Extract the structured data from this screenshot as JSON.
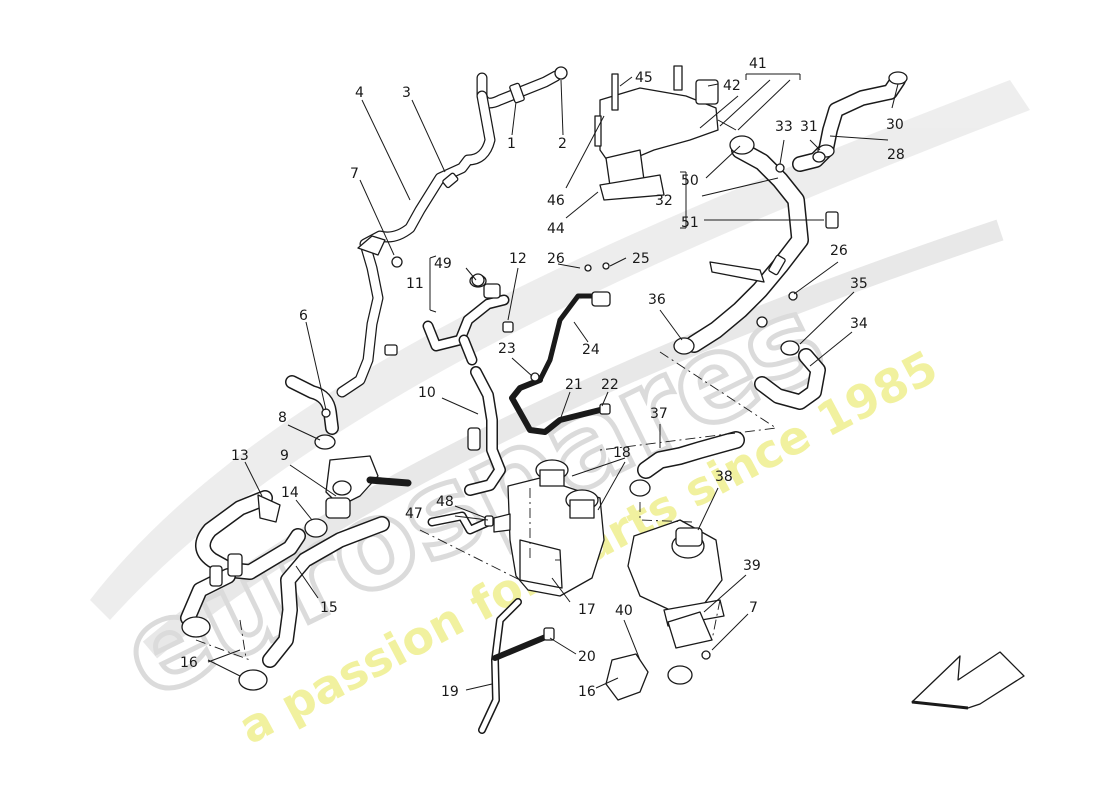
{
  "watermark": {
    "brand": "eurospares",
    "slogan": "a passion for parts since 1985"
  },
  "callouts": [
    "1",
    "2",
    "3",
    "4",
    "6",
    "7",
    "7",
    "8",
    "9",
    "10",
    "11",
    "12",
    "13",
    "14",
    "15",
    "16",
    "16",
    "17",
    "18",
    "19",
    "20",
    "21",
    "22",
    "23",
    "24",
    "25",
    "26",
    "26",
    "28",
    "30",
    "31",
    "32",
    "33",
    "34",
    "35",
    "36",
    "37",
    "38",
    "39",
    "40",
    "41",
    "42",
    "44",
    "45",
    "46",
    "47",
    "48",
    "49",
    "50",
    "51"
  ],
  "colors": {
    "line": "#1a1a1a",
    "watermark_grey": "#d8d8d8",
    "watermark_yellow": "#ecec7a"
  },
  "icons": [
    "direction-arrow-icon"
  ]
}
